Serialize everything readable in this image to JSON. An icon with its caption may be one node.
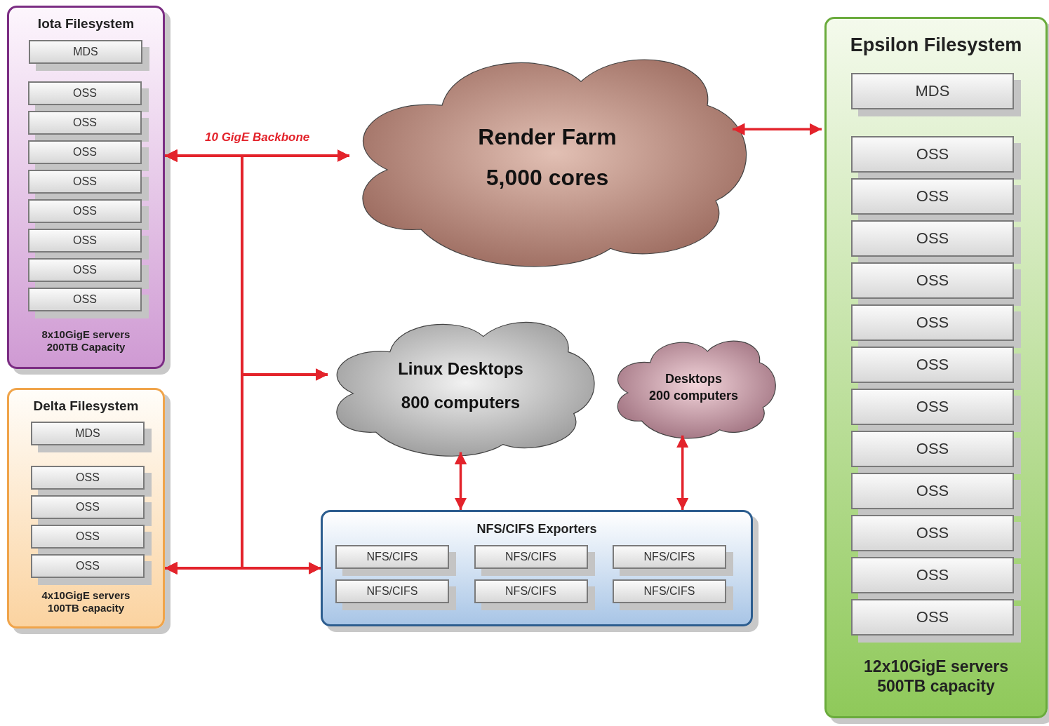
{
  "diagram": {
    "nodes": [
      {
        "text": [
          "Iota Filesystem",
          "8x10GigE servers 200TB Capacity"
        ]
      },
      {
        "text": [
          "MDS"
        ],
        "in": 0
      },
      {
        "text": [
          "OSS"
        ],
        "in": 0
      },
      {
        "text": [
          "OSS"
        ],
        "in": 0
      },
      {
        "text": [
          "OSS"
        ],
        "in": 0
      },
      {
        "text": [
          "OSS"
        ],
        "in": 0
      },
      {
        "text": [
          "OSS"
        ],
        "in": 0
      },
      {
        "text": [
          "OSS"
        ],
        "in": 0
      },
      {
        "text": [
          "OSS"
        ],
        "in": 0
      },
      {
        "text": [
          "OSS"
        ],
        "in": 0
      },
      {
        "text": [
          "Delta Filesystem",
          "4x10GigE servers 100TB capacity"
        ]
      },
      {
        "text": [
          "MDS"
        ],
        "in": 10
      },
      {
        "text": [
          "OSS"
        ],
        "in": 10
      },
      {
        "text": [
          "OSS"
        ],
        "in": 10
      },
      {
        "text": [
          "OSS"
        ],
        "in": 10
      },
      {
        "text": [
          "OSS"
        ],
        "in": 10
      },
      {
        "text": [
          "Render Farm",
          "5,000 cores"
        ]
      },
      {
        "text": [
          "Linux Desktops",
          "800 computers"
        ]
      },
      {
        "text": [
          "Desktops",
          "200 computers"
        ]
      },
      {
        "text": [
          "NFS/CIFS Exporters"
        ]
      },
      {
        "text": [
          "NFS/CIFS"
        ],
        "in": 19
      },
      {
        "text": [
          "NFS/CIFS"
        ],
        "in": 19
      },
      {
        "text": [
          "NFS/CIFS"
        ],
        "in": 19
      },
      {
        "text": [
          "NFS/CIFS"
        ],
        "in": 19
      },
      {
        "text": [
          "NFS/CIFS"
        ],
        "in": 19
      },
      {
        "text": [
          "NFS/CIFS"
        ],
        "in": 19
      },
      {
        "text": [
          "Epsilon Filesystem",
          "12x10GigE servers 500TB capacity"
        ]
      },
      {
        "text": [
          "MDS"
        ],
        "in": 26
      },
      {
        "text": [
          "OSS"
        ],
        "in": 26
      },
      {
        "text": [
          "OSS"
        ],
        "in": 26
      },
      {
        "text": [
          "OSS"
        ],
        "in": 26
      },
      {
        "text": [
          "OSS"
        ],
        "in": 26
      },
      {
        "text": [
          "OSS"
        ],
        "in": 26
      },
      {
        "text": [
          "OSS"
        ],
        "in": 26
      },
      {
        "text": [
          "OSS"
        ],
        "in": 26
      },
      {
        "text": [
          "OSS"
        ],
        "in": 26
      },
      {
        "text": [
          "OSS"
        ],
        "in": 26
      },
      {
        "text": [
          "OSS"
        ],
        "in": 26
      },
      {
        "text": [
          "OSS"
        ],
        "in": 26
      },
      {
        "text": [
          "OSS"
        ],
        "in": 26
      }
    ],
    "edges": [
      {
        "from": 0,
        "to": 16,
        "arrow": "both",
        "label": "10 GigE Backbone",
        "color": "#e3232b"
      },
      {
        "from": 0,
        "to": 17,
        "arrow": "both",
        "color": "#e3232b"
      },
      {
        "from": 0,
        "to": 10,
        "arrow": "both",
        "color": "#e3232b"
      },
      {
        "from": 0,
        "to": 19,
        "arrow": "both",
        "color": "#e3232b"
      },
      {
        "from": 16,
        "to": 17,
        "arrow": "both",
        "color": "#e3232b"
      },
      {
        "from": 16,
        "to": 10,
        "arrow": "both",
        "color": "#e3232b"
      },
      {
        "from": 16,
        "to": 19,
        "arrow": "both",
        "color": "#e3232b"
      },
      {
        "from": 17,
        "to": 10,
        "arrow": "both",
        "color": "#e3232b"
      },
      {
        "from": 17,
        "to": 19,
        "arrow": "both",
        "color": "#e3232b"
      },
      {
        "from": 10,
        "to": 19,
        "arrow": "both",
        "color": "#e3232b"
      },
      {
        "from": 16,
        "to": 26,
        "arrow": "both",
        "color": "#e3232b"
      },
      {
        "from": 18,
        "to": 19,
        "arrow": "both",
        "color": "#e3232b"
      },
      {
        "from": 17,
        "to": 19,
        "arrow": "both",
        "color": "#e3232b"
      }
    ]
  }
}
